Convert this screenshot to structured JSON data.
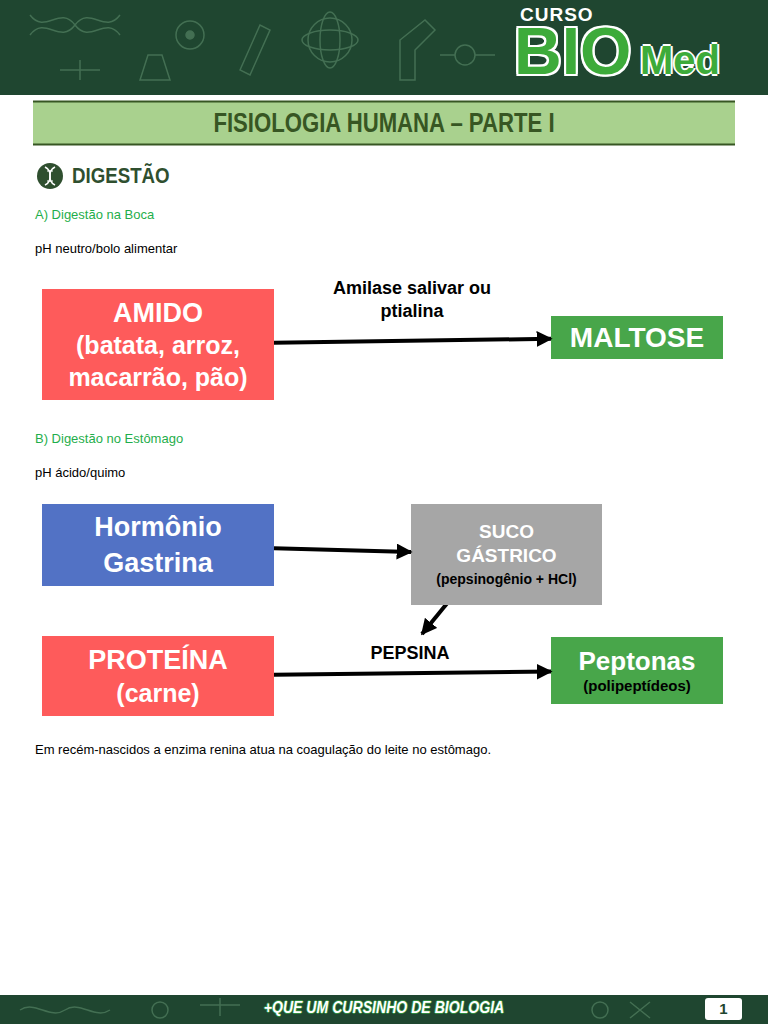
{
  "diagram": {
    "title": "FISIOLOGIA HUMANA – PARTE I",
    "nodes": [
      {
        "text": [
          "AMIDO",
          "(batata, arroz, macarrão, pão)"
        ]
      },
      {
        "text": [
          "MALTOSE"
        ]
      },
      {
        "text": [
          "Hormônio Gastrina"
        ]
      },
      {
        "text": [
          "SUCO GÁSTRICO",
          "(pepsinogênio + HCl)"
        ]
      },
      {
        "text": [
          "PROTEÍNA",
          "(carne)"
        ]
      },
      {
        "text": [
          "Peptonas",
          "(polipeptídeos)"
        ]
      }
    ],
    "edges": [
      {
        "from": 0,
        "to": 1,
        "label": "Amilase salivar ou ptialina",
        "arrow": "to"
      },
      {
        "from": 2,
        "to": 3,
        "arrow": "to"
      },
      {
        "from": 4,
        "to": 5,
        "label": "PEPSINA",
        "arrow": "to"
      }
    ],
    "labels": [
      "CURSO",
      "BIO",
      "Med",
      "DIGESTÃO",
      "A) Digestão na Boca",
      "pH neutro/bolo alimentar",
      "B) Digestão no Estômago",
      "pH ácido/quimo",
      "Em recém-nascidos a enzima renina atua na coagulação do leite no estômago.",
      "+QUE UM CURSINHO DE BIOLOGIA",
      "1"
    ]
  }
}
